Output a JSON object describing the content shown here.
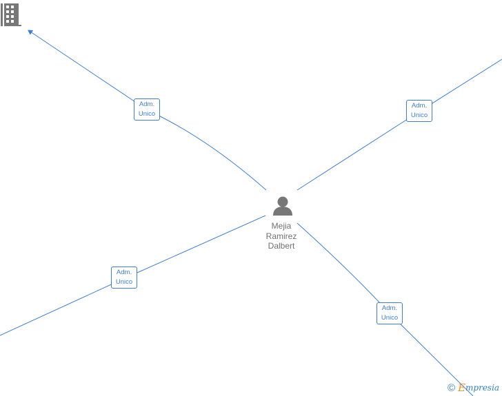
{
  "diagram": {
    "center_person": {
      "name_lines": [
        "Mejia",
        "Ramirez",
        "Dalbert"
      ],
      "icon": "person-icon"
    },
    "company_node": {
      "icon": "building-icon"
    },
    "roles": [
      {
        "line1": "Adm.",
        "line2": "Unico"
      },
      {
        "line1": "Adm.",
        "line2": "Unico"
      },
      {
        "line1": "Adm.",
        "line2": "Unico"
      },
      {
        "line1": "Adm.",
        "line2": "Unico"
      }
    ],
    "colors": {
      "edge": "#3a7fd5",
      "node_icon": "#777777",
      "label_text": "#707070",
      "brand_orange": "#f28c1e",
      "brand_blue": "#2f7fbf"
    }
  },
  "watermark": {
    "copyright_symbol": "©",
    "brand_initial": "E",
    "brand_rest": "mpresia"
  }
}
